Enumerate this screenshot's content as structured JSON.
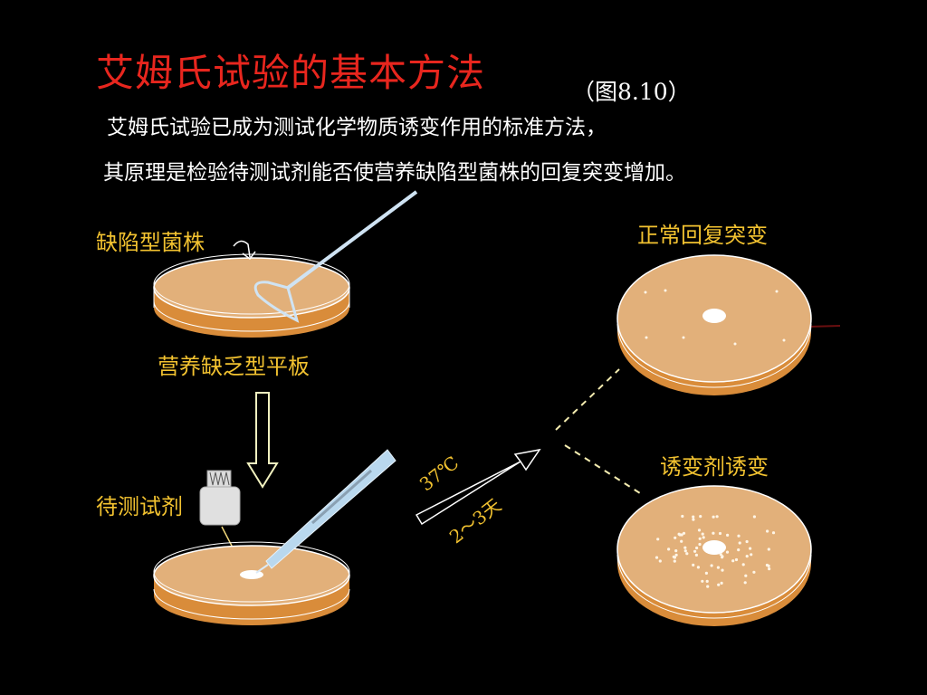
{
  "title": "艾姆氏试验的基本方法",
  "title_ref": "（图8.10）",
  "description": [
    "艾姆氏试验已成为测试化学物质诱变作用的标准方法，",
    "其原理是检验待测试剂能否使营养缺陷型菌株的回复突变增加。"
  ],
  "labels": {
    "strain": "缺陷型菌株",
    "plate": "营养缺乏型平板",
    "reagent": "待测试剂",
    "normal": "正常回复突变",
    "mutagen": "诱变剂诱变",
    "temperature": "37℃",
    "duration": "2～3天"
  },
  "colors": {
    "title": "#e8261e",
    "label": "#f2c230",
    "agar": "#e2b07a",
    "dish_base": "#d98c3a",
    "loop": "#cfe3f3"
  },
  "icons": [
    "inoculation-loop-icon",
    "reagent-bottle-icon",
    "pipette-icon",
    "down-arrow-icon",
    "process-arrow-icon"
  ]
}
